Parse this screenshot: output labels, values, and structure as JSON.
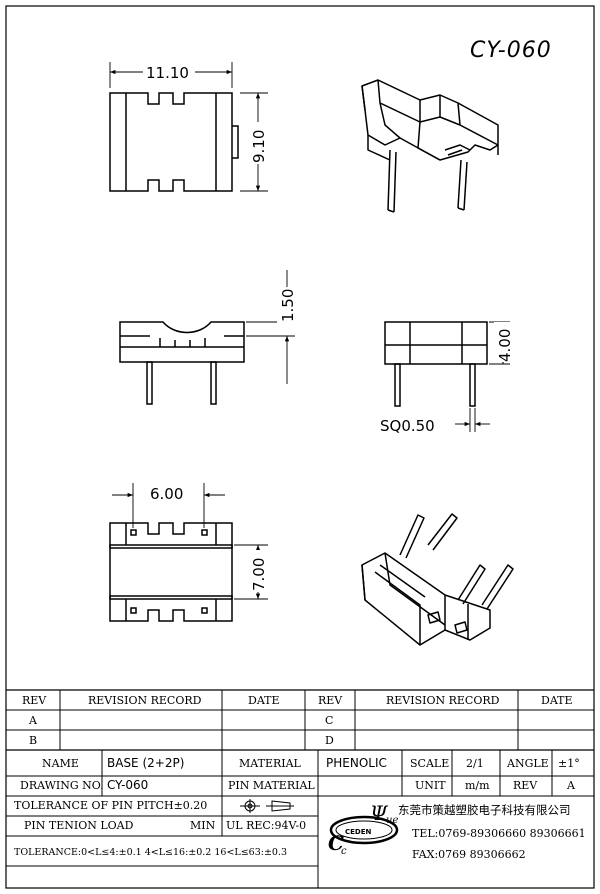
{
  "drawing": {
    "part_number": "CY-060",
    "dimensions": {
      "top_width": "11.10",
      "top_height": "9.10",
      "side_height": "1.50",
      "end_height": "4.00",
      "pin_size": "SQ0.50",
      "pin_pitch": "6.00",
      "bottom_height": "7.00"
    }
  },
  "revisions": {
    "headers": [
      "REV",
      "REVISION RECORD",
      "DATE",
      "REV",
      "REVISION RECORD",
      "DATE"
    ],
    "rows": [
      [
        "A",
        "",
        "",
        "C",
        "",
        ""
      ],
      [
        "B",
        "",
        "",
        "D",
        "",
        ""
      ]
    ]
  },
  "title_block": {
    "name_label": "NAME",
    "name_value": "BASE (2+2P)",
    "material_label": "MATERIAL",
    "material_value": "PHENOLIC",
    "scale_label": "SCALE",
    "scale_value": "2/1",
    "angle_label": "ANGLE",
    "angle_value": "±1°",
    "drawing_no_label": "DRAWING NO.",
    "drawing_no_value": "CY-060",
    "pin_material_label": "PIN MATERIAL",
    "unit_label": "UNIT",
    "unit_value": "m/m",
    "rev_label": "REV",
    "rev_value": "A",
    "tolerance_pitch": "TOLERANCE OF PIN PITCH±0.20",
    "pin_tension": "PIN TENION LOAD",
    "pin_tension_unit": "MIN",
    "ul_rec": "UL REC:94V-0",
    "tolerance": "TOLERANCE:0<L≤4:±0.1  4<L≤16:±0.2  16<L≤63:±0.3",
    "company_cn": "东莞市策越塑胶电子科技有限公司",
    "tel": "TEL:0769-89306660 89306661",
    "fax": "FAX:0769 89306662",
    "logo_text": "CEDEN"
  }
}
